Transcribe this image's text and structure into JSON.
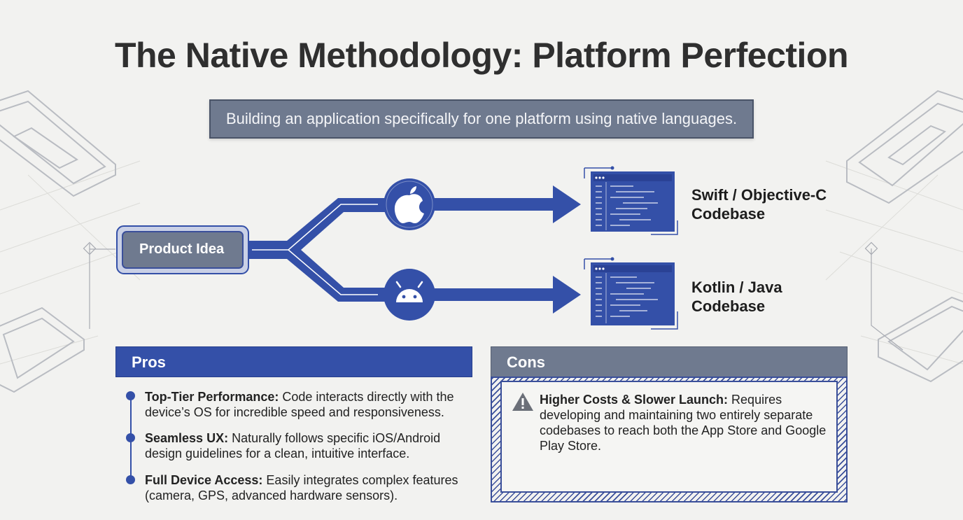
{
  "title": "The Native Methodology: Platform Perfection",
  "subtitle": "Building an application specifically for one platform using native languages.",
  "diagram": {
    "source": "Product Idea",
    "ios_icon": "apple-icon",
    "android_icon": "android-icon",
    "ios_codebase": "Swift / Objective-C Codebase",
    "android_codebase": "Kotlin / Java Codebase",
    "accent_color": "#3450a8"
  },
  "pros": {
    "heading": "Pros",
    "items": [
      {
        "title": "Top-Tier Performance:",
        "text": " Code interacts directly with the device’s OS for incredible speed and responsiveness."
      },
      {
        "title": "Seamless UX:",
        "text": " Naturally follows specific iOS/Android design guidelines for a clean, intuitive interface."
      },
      {
        "title": "Full Device Access:",
        "text": " Easily integrates complex features (camera, GPS, advanced hardware sensors)."
      }
    ]
  },
  "cons": {
    "heading": "Cons",
    "icon": "warning-icon",
    "items": [
      {
        "title": "Higher Costs & Slower Launch:",
        "text": " Requires developing and maintaining two entirely separate codebases to reach both the App Store and Google Play Store."
      }
    ]
  }
}
